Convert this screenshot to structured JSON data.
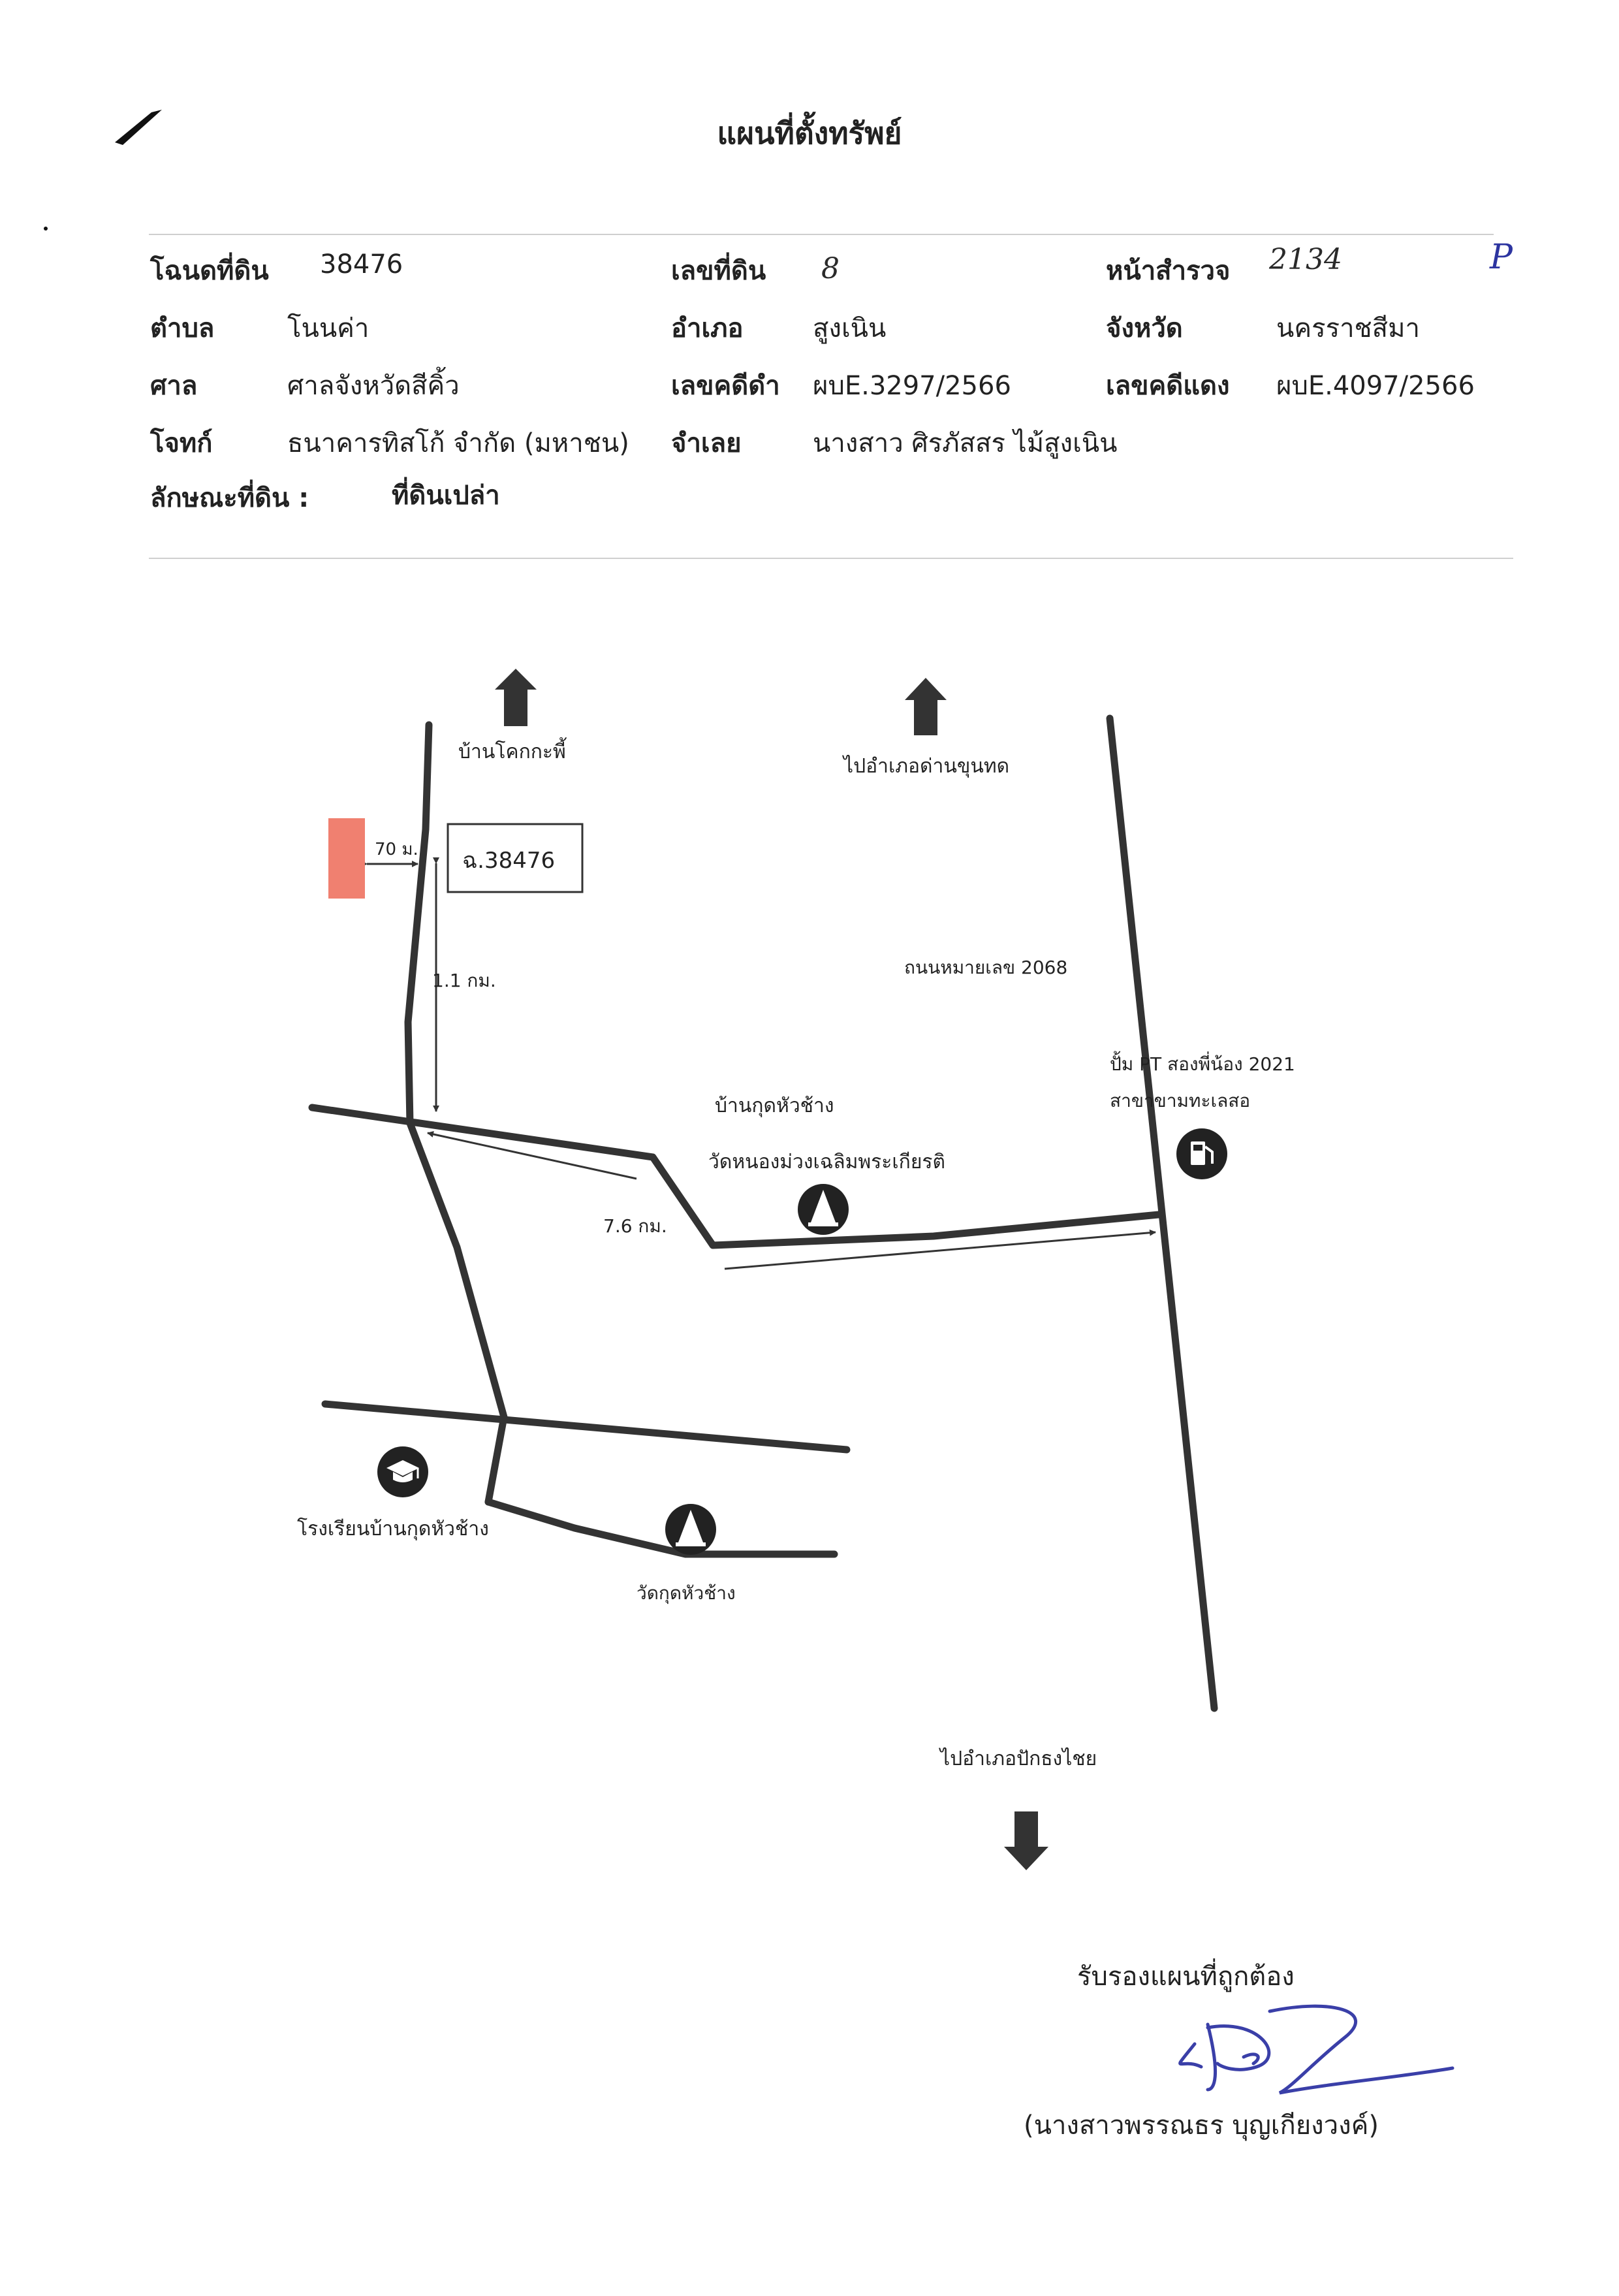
{
  "title": "แผนที่ตั้งทรัพย์",
  "header": {
    "deed_label": "โฉนดที่ดิน",
    "deed_value": "38476",
    "land_no_label": "เลขที่ดิน",
    "land_no_value": "8",
    "survey_page_label": "หน้าสำรวจ",
    "survey_page_value": "2134",
    "survey_mark": "P",
    "subdistrict_label": "ตำบล",
    "subdistrict_value": "โนนค่า",
    "district_label": "อำเภอ",
    "district_value": "สูงเนิน",
    "province_label": "จังหวัด",
    "province_value": "นครราชสีมา",
    "court_label": "ศาล",
    "court_value": "ศาลจังหวัดสีคิ้ว",
    "black_case_label": "เลขคดีดำ",
    "black_case_value": "ผบE.3297/2566",
    "red_case_label": "เลขคดีแดง",
    "red_case_value": "ผบE.4097/2566",
    "plaintiff_label": "โจทก์",
    "plaintiff_value": "ธนาคารทิสโก้ จำกัด (มหาชน)",
    "defendant_label": "จำเลย",
    "defendant_value": "นางสาว ศิรภัสสร ไม้สูงเนิน",
    "land_type_label": "ลักษณะที่ดิน :",
    "land_type_value": "ที่ดินเปล่า"
  },
  "map": {
    "north_left_label": "บ้านโคกกะพี้",
    "north_right_label": "ไปอำเภอด่านขุนทด",
    "south_label": "ไปอำเภอปักธงไชย",
    "road_label": "ถนนหมายเลข 2068",
    "parcel_label": "ฉ.38476",
    "dist_70": "70 ม.",
    "dist_1_1": "1.1 กม.",
    "dist_7_6": "7.6 กม.",
    "village_label": "บ้านกุดหัวช้าง",
    "temple1_label": "วัดหนองม่วงเฉลิมพระเกียรติ",
    "gas_label_1": "ปั้ม PT สองพี่น้อง 2021",
    "gas_label_2": "สาขาขามทะเลสอ",
    "school_label": "โรงเรียนบ้านกุดหัวช้าง",
    "temple2_label": "วัดกุดหัวช้าง",
    "colors": {
      "parcel_marker": "#f08070",
      "road": "#333333",
      "signature_ink": "#3a3fa8"
    }
  },
  "certification": {
    "text": "รับรองแผนที่ถูกต้อง",
    "signer": "(นางสาวพรรณธร บุญเกียงวงค์)"
  }
}
